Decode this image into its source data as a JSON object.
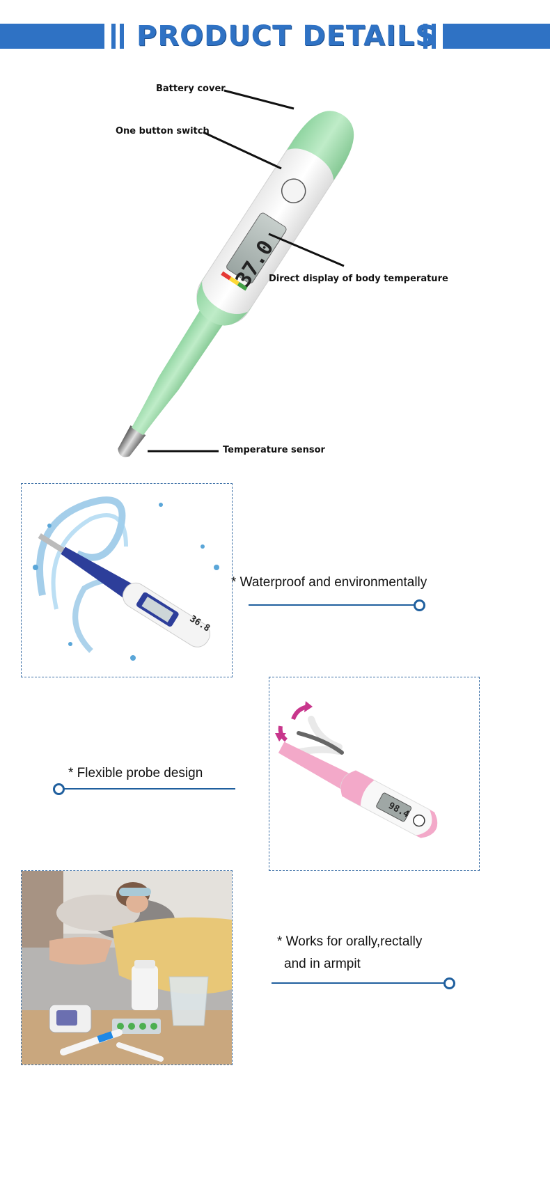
{
  "banner": {
    "title": "PRODUCT DETAILS",
    "color": "#2f72c4"
  },
  "diagram": {
    "labels": {
      "battery_cover": "Battery cover",
      "one_button_switch": "One button switch",
      "direct_display": "Direct display of body temperature",
      "temperature_sensor": "Temperature sensor"
    },
    "display_reading": "37.0",
    "body_color": "#a8e0b4"
  },
  "features": [
    {
      "text": "* Waterproof and environmentally",
      "display_reading": "36.8"
    },
    {
      "text": "* Flexible probe design",
      "display_reading": "98.4"
    },
    {
      "line1": "* Works for orally,rectally",
      "line2": "and in armpit"
    }
  ],
  "accent_line_color": "#1f5f9e"
}
